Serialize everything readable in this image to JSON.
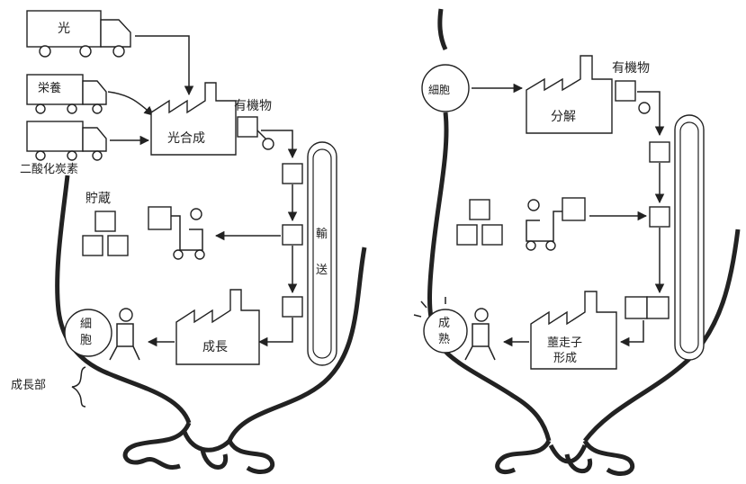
{
  "left_panel": {
    "truck_light": "光",
    "truck_nutrient": "栄養",
    "co2_label": "二酸化炭素",
    "factory_photosynthesis": "光合成",
    "product_label": "有機物",
    "storage_label": "貯蔵",
    "conveyor_label_1": "輸",
    "conveyor_label_2": "送",
    "factory_growth": "成長",
    "cell_label_1": "細",
    "cell_label_2": "胞",
    "region_label": "成長部"
  },
  "right_panel": {
    "cell_label": "細胞",
    "factory_decompose": "分解",
    "product_label": "有機物",
    "factory_spore_1": "蘁走子",
    "factory_spore_2": "形成",
    "mature_label_1": "成",
    "mature_label_2": "熟"
  },
  "colors": {
    "ink": "#222222",
    "background": "#ffffff"
  }
}
